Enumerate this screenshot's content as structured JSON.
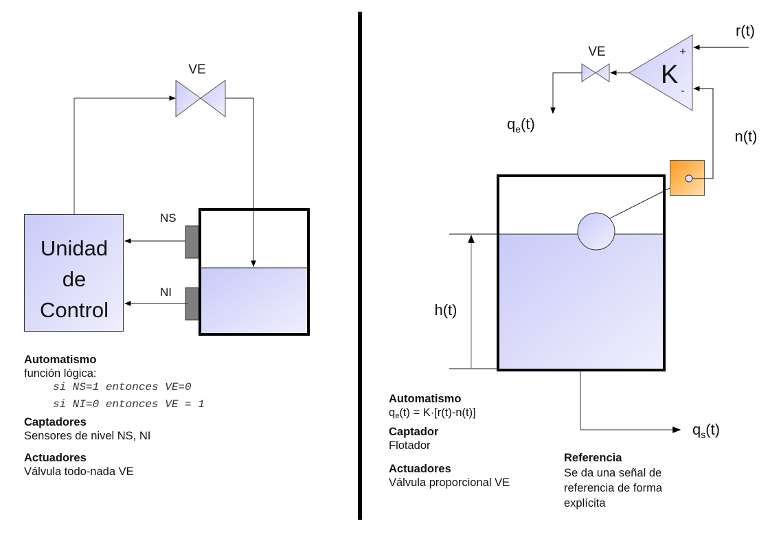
{
  "left_panel": {
    "valve_label": "VE",
    "control_unit_lines": [
      "Unidad",
      "de",
      "Control"
    ],
    "sensor_top_label": "NS",
    "sensor_bottom_label": "NI",
    "description": {
      "automatismo_title": "Automatismo",
      "automatismo_text": "función lógica:",
      "logic_rules": [
        "si NS=1 entonces VE=0",
        "si NI=0 entonces VE = 1"
      ],
      "captadores_title": "Captadores",
      "captadores_text": "Sensores de nivel NS, NI",
      "actuadores_title": "Actuadores",
      "actuadores_text": "Válvula todo-nada VE"
    }
  },
  "right_panel": {
    "valve_label": "VE",
    "amplifier_label": "K",
    "plus_sign": "+",
    "minus_sign": "-",
    "reference_signal": "r(t)",
    "feedback_signal": "n(t)",
    "inflow_base": "q",
    "inflow_sub": "e",
    "inflow_tail": "(t)",
    "outflow_base": "q",
    "outflow_sub": "s",
    "outflow_tail": "(t)",
    "height_label": "h(t)",
    "description": {
      "automatismo_title": "Automatismo",
      "automatismo_base": "q",
      "automatismo_sub": "e",
      "automatismo_tail": "(t) = K·[r(t)-n(t)]",
      "captador_title": "Captador",
      "captador_text": "Flotador",
      "actuadores_title": "Actuadores",
      "actuadores_text": "Válvula proporcional VE",
      "referencia_title": "Referencia",
      "referencia_lines": [
        "Se da una señal de",
        "referencia de forma",
        "explícita"
      ]
    }
  },
  "colors": {
    "fill_light": "#e8e9fb",
    "fill_dark": "#c9caf8",
    "sensor_gray": "#7f7f7f",
    "orange_dark": "#ff9a1e",
    "orange_light": "#ffd9a3",
    "divider": "#000000"
  }
}
